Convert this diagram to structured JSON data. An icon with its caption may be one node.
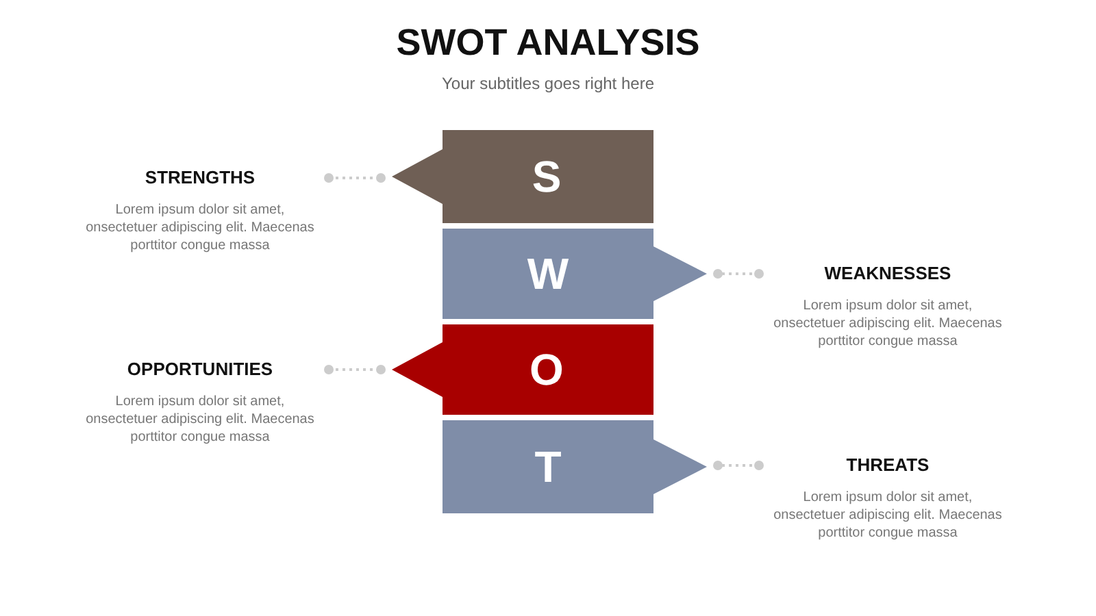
{
  "diagram": {
    "title": "SWOT ANALYSIS",
    "caption": "Your subtitles goes right here",
    "nodes": [
      {
        "text": [
          "S"
        ]
      },
      {
        "text": [
          "W"
        ]
      },
      {
        "text": [
          "O"
        ]
      },
      {
        "text": [
          "T"
        ]
      },
      {
        "text": [
          "STRENGTHS",
          "Lorem ipsum dolor sit amet, onsectetuer adipiscing elit. Maecenas porttitor congue massa"
        ]
      },
      {
        "text": [
          "WEAKNESSES",
          "Lorem ipsum dolor sit amet, onsectetuer adipiscing elit. Maecenas porttitor congue massa"
        ]
      },
      {
        "text": [
          "OPPORTUNITIES",
          "Lorem ipsum dolor sit amet, onsectetuer adipiscing elit. Maecenas porttitor congue massa"
        ]
      },
      {
        "text": [
          "THREATS",
          "Lorem ipsum dolor sit amet, onsectetuer adipiscing elit. Maecenas porttitor congue massa"
        ]
      }
    ],
    "edges": [
      {
        "from": 4,
        "to": 0,
        "arrow": "other",
        "style": "dashed"
      },
      {
        "from": 5,
        "to": 1,
        "arrow": "other",
        "style": "dashed"
      },
      {
        "from": 6,
        "to": 2,
        "arrow": "other",
        "style": "dashed"
      },
      {
        "from": 7,
        "to": 3,
        "arrow": "other",
        "style": "dashed"
      }
    ]
  }
}
